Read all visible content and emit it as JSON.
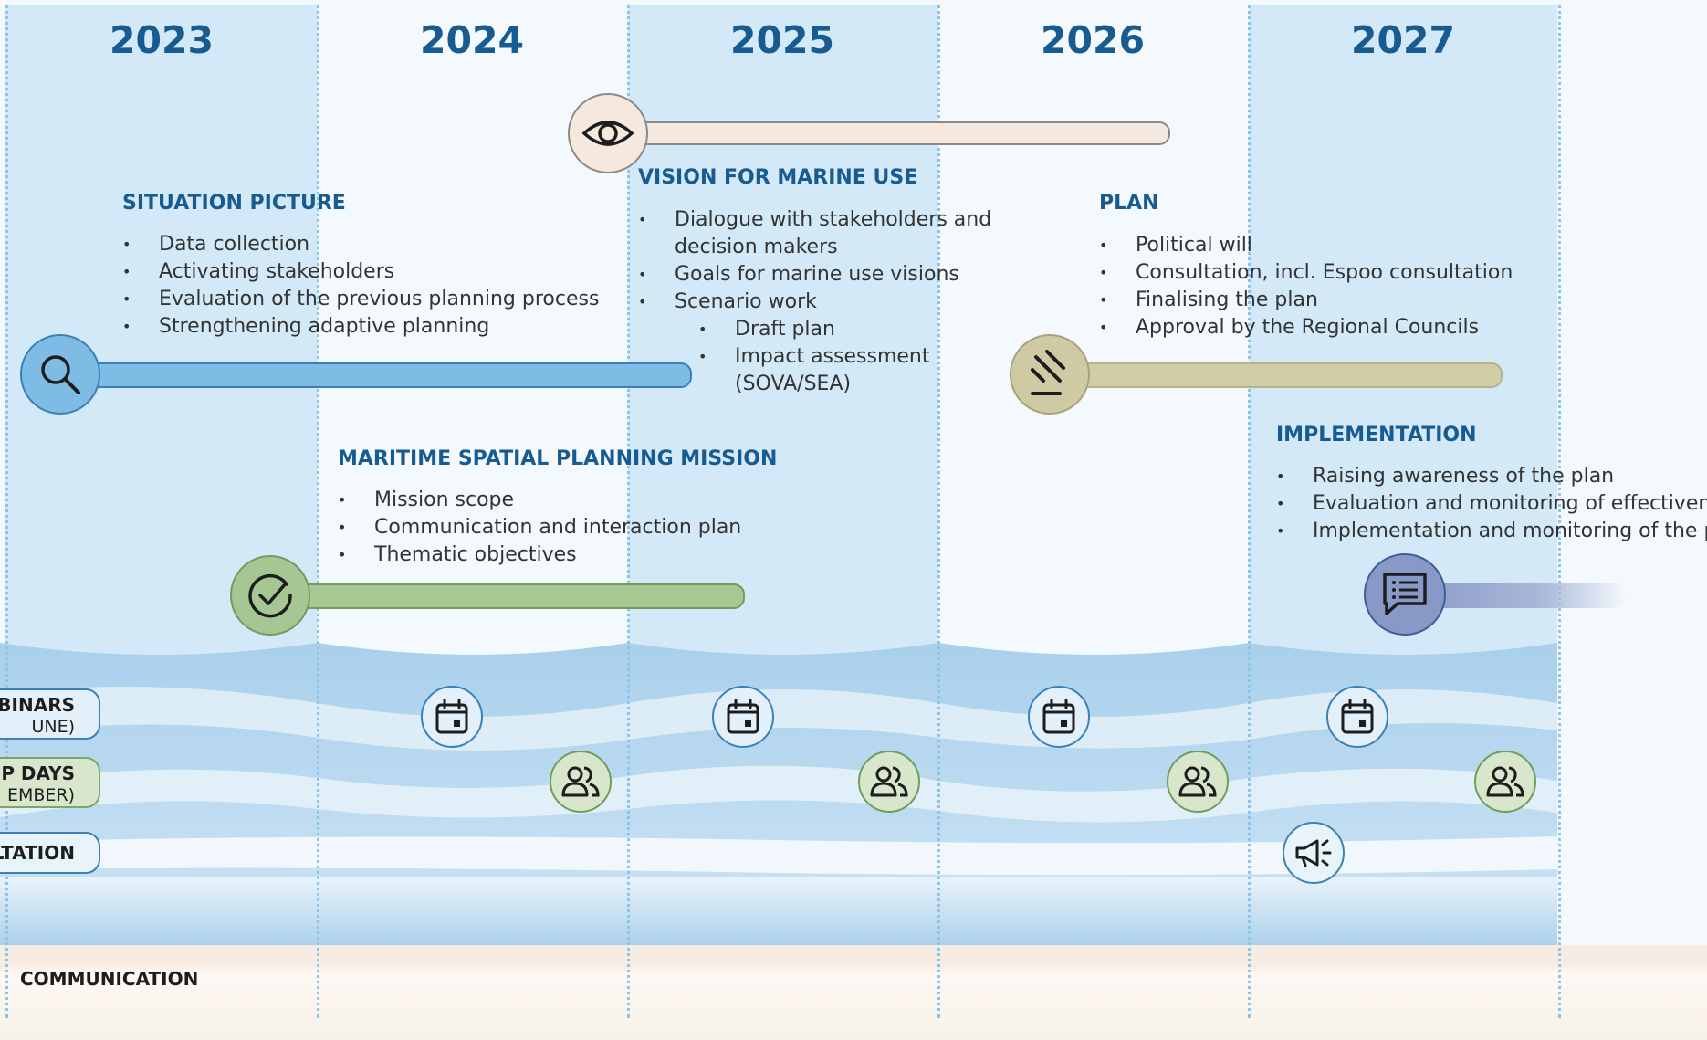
{
  "years": [
    "2023",
    "2024",
    "2025",
    "2026",
    "2027"
  ],
  "phases": {
    "situation": {
      "title": "SITUATION PICTURE",
      "items": [
        "Data collection",
        "Activating stakeholders",
        "Evaluation of the previous planning process",
        "Strengthening adaptive planning"
      ],
      "color": "#7fbce5",
      "icon": "search-icon"
    },
    "mission": {
      "title": "MARITIME SPATIAL PLANNING MISSION",
      "items": [
        "Mission scope",
        "Communication and interaction plan",
        "Thematic objectives"
      ],
      "color": "#a7c893",
      "icon": "check-circle-icon"
    },
    "vision": {
      "title": "VISION FOR MARINE USE",
      "item1a": "Dialogue with stakeholders and",
      "item1b": "decision makers",
      "item2": "Goals for marine use visions",
      "item3": "Scenario work",
      "sub1": "Draft plan",
      "sub2a": "Impact assessment",
      "sub2b": "(SOVA/SEA)",
      "color": "#f5e9df",
      "icon": "eye-icon"
    },
    "plan": {
      "title": "PLAN",
      "items": [
        "Political will",
        "Consultation, incl. Espoo consultation",
        "Finalising the plan",
        "Approval by the Regional Councils"
      ],
      "color": "#d1cda6",
      "icon": "gavel-icon"
    },
    "implementation": {
      "title": "IMPLEMENTATION",
      "items": [
        "Raising awareness of the plan",
        "Evaluation and monitoring of effectivene",
        "Implementation and monitoring of the pl"
      ],
      "color": "#8d9ec9",
      "icon": "chat-list-icon"
    }
  },
  "lanes": {
    "webinars": {
      "line1": "EBINARS",
      "line2": "UNE)"
    },
    "days": {
      "line1": "P DAYS",
      "line2": "EMBER)"
    },
    "consultation": {
      "line1": "LTATION"
    }
  },
  "communication_label": "COMMUNICATION",
  "colors": {
    "year_text": "#175b90",
    "dark_column": "#d3e9f8",
    "light_column": "#f3f9fd"
  }
}
